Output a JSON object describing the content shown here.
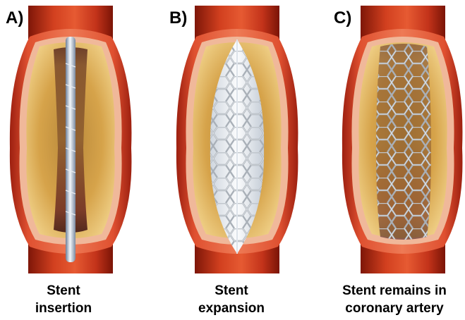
{
  "panels": [
    {
      "letter": "A)",
      "caption_line1": "Stent",
      "caption_line2": "insertion"
    },
    {
      "letter": "B)",
      "caption_line1": "Stent",
      "caption_line2": "expansion"
    },
    {
      "letter": "C)",
      "caption_line1": "Stent remains in",
      "caption_line2": "coronary artery"
    }
  ],
  "colors": {
    "artery_red": "#c8361c",
    "artery_dark": "#8e1a0e",
    "plaque_yellow": "#d9a64a",
    "lumen_pink": "#f1c8b4",
    "stent_silver": "#b9bfc6"
  }
}
